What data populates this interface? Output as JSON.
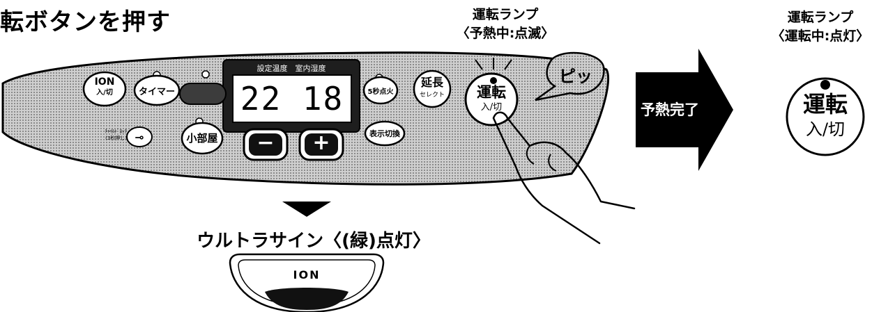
{
  "heading": "転ボタンを押す",
  "lamp_preheat": {
    "title": "運転ランプ",
    "status": "〈予熱中:点滅〉"
  },
  "lamp_running": {
    "title": "運転ランプ",
    "status": "〈運転中:点灯〉"
  },
  "arrow_label": "予熱完了",
  "ultrasign_label": "ウルトラサイン〈(緑)点灯〉",
  "panel": {
    "display_header": "設定温度　室内湿度",
    "display_value": "22 18",
    "ion_button": {
      "top": "ION",
      "bottom": "入/切"
    },
    "timer_button": "タイマー",
    "small_room_button": "小部屋",
    "child_lock_label_1": "ﾁｬｲﾙﾄﾞﾛｯｸ",
    "child_lock_label_2": "(3秒押し)",
    "minus_label": "−",
    "plus_label": "+",
    "five_sec_button": "5秒点火",
    "extend_button": {
      "top": "延長",
      "bottom": "セレクト"
    },
    "display_switch_button": "表示切換",
    "run_button": {
      "top": "運転",
      "bottom": "入/切"
    }
  },
  "big_run_button": {
    "top": "運転",
    "bottom": "入/切"
  },
  "ultrasign_panel_text": "ION"
}
